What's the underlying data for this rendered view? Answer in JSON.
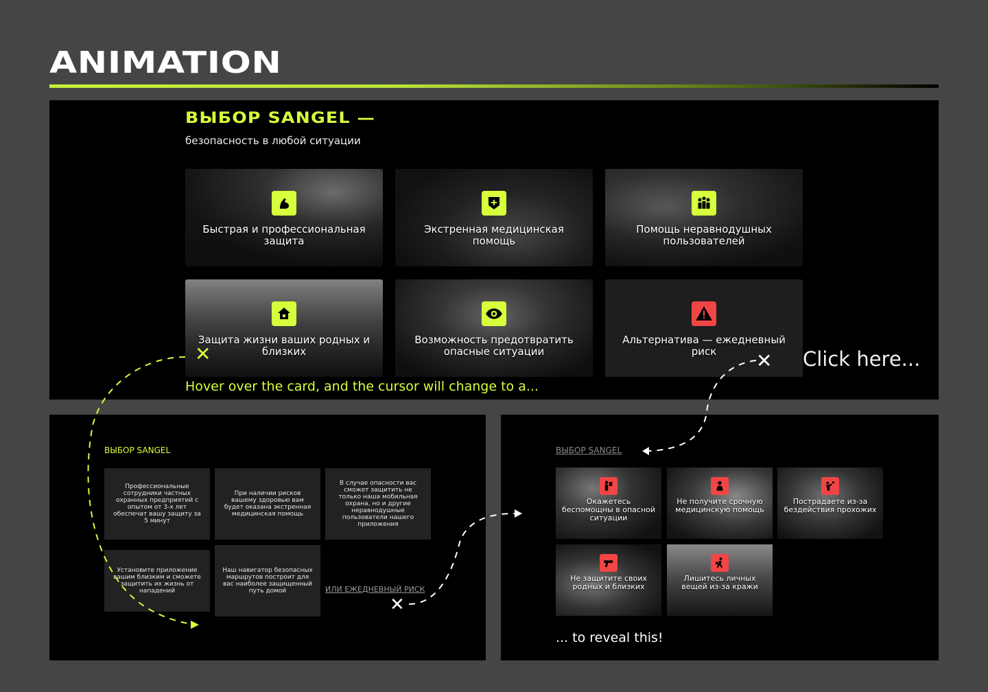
{
  "page": {
    "title": "ANIMATION"
  },
  "colors": {
    "accent": "#d6ff3c",
    "danger": "#f24545",
    "panel": "#000000",
    "background": "#454545"
  },
  "hero": {
    "heading": "ВЫБОР SANGEL —",
    "subtitle": "безопасность в любой ситуации",
    "cards": [
      {
        "label": "Быстрая и профессиональная защита",
        "icon": "muscle-arm-icon"
      },
      {
        "label": "Экстренная медицинская помощь",
        "icon": "medical-plus-icon"
      },
      {
        "label": "Помощь неравнодушных пользователей",
        "icon": "people-group-icon"
      },
      {
        "label": "Защита жизни ваших родных и близких",
        "icon": "home-icon"
      },
      {
        "label": "Возможность предотвратить опасные ситуации",
        "icon": "eye-icon"
      },
      {
        "label": "Альтернатива — ежедневный риск",
        "icon": "warning-icon"
      }
    ],
    "hover_note": "Hover over the card, and the cursor will change to a...",
    "click_note": "Click here..."
  },
  "left_panel": {
    "heading": "ВЫБОР SANGEL",
    "cards": [
      {
        "text": "Профессиональные сотрудники частных охранных предприятий с опытом от 3-х лет обеспечат вашу защиту за 5 минут"
      },
      {
        "text": "При наличии рисков вашему здоровью вам будет оказана экстренная медицинская помощь"
      },
      {
        "text": "В случае опасности вас сможет защитить не только наша мобильная охрана, но и другие неравнодушные пользователи нашего приложения"
      },
      {
        "text": "Установите приложение вашим близким и сможете защитить их жизнь от нападений"
      },
      {
        "text": "Наш навигатор безопасных маршрутов построит для вас наиболее защищенный путь домой"
      }
    ],
    "link": "ИЛИ ЕЖЕДНЕВНЫЙ РИСК"
  },
  "right_panel": {
    "heading": "ВЫБОР SANGEL",
    "cards": [
      {
        "label": "Окажетесь беспомощны в опасной ситуации",
        "icon": "danger-figure-icon"
      },
      {
        "label": "Не получите срочную медицинскую помощь",
        "icon": "injured-person-icon"
      },
      {
        "label": "Пострадаете из-за бездействия прохожих",
        "icon": "attack-icon"
      },
      {
        "label": "Не защитите своих родных и близких",
        "icon": "gun-icon"
      },
      {
        "label": "Лишитесь личных вещей из-за кражи",
        "icon": "thief-icon"
      }
    ],
    "reveal_note": "... to reveal this!"
  }
}
